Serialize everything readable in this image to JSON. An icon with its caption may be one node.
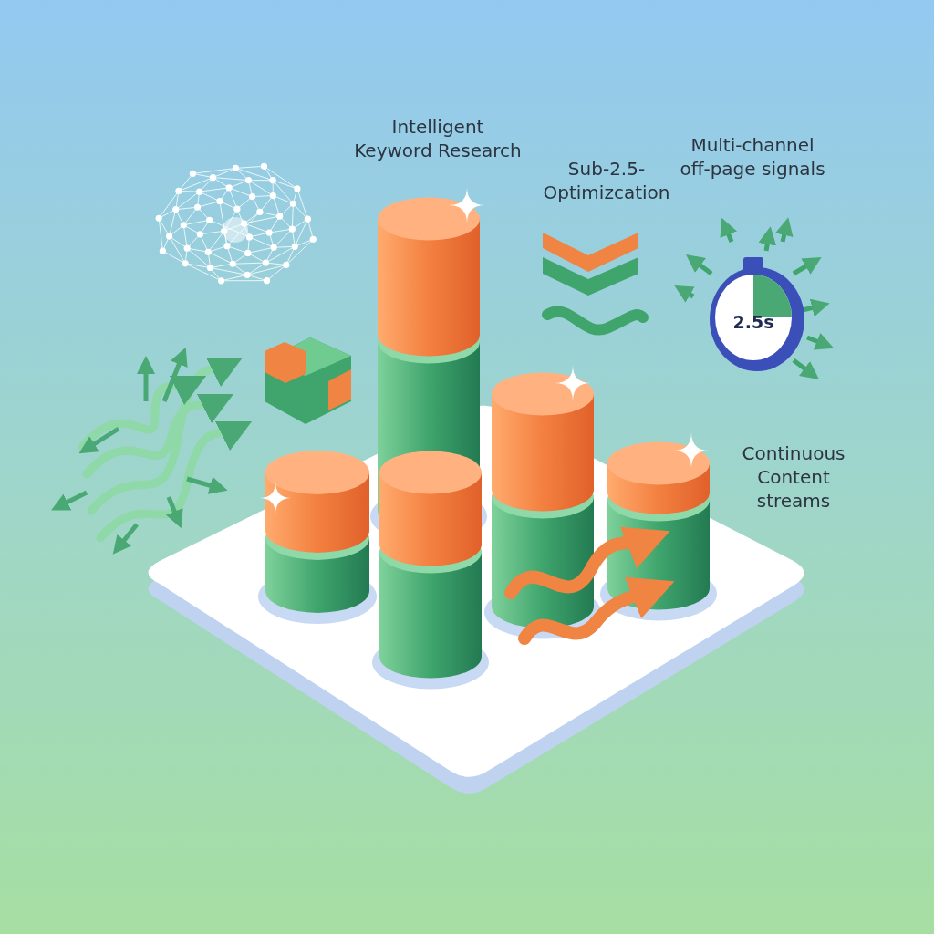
{
  "diagram": {
    "labels": [
      "Intelligent Keyword Research",
      "Sub-2.5- Optimizcation",
      "Multi-channel off-page signals",
      "Continuous Content streams",
      "2.5s"
    ]
  }
}
